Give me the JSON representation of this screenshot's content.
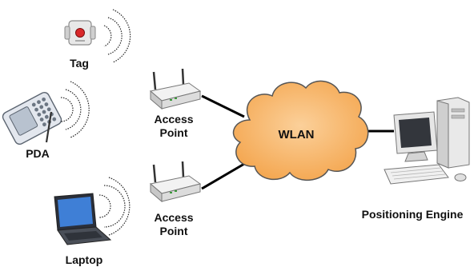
{
  "devices": {
    "tag": {
      "label": "Tag"
    },
    "pda": {
      "label": "PDA"
    },
    "laptop": {
      "label": "Laptop"
    }
  },
  "access_points": [
    {
      "label_line1": "Access",
      "label_line2": "Point"
    },
    {
      "label_line1": "Access",
      "label_line2": "Point"
    }
  ],
  "network": {
    "label": "WLAN"
  },
  "server": {
    "label": "Positioning Engine"
  },
  "colors": {
    "cloud_fill": "#f8b86a",
    "cloud_stroke": "#555555",
    "link": "#000000",
    "signal": "#222222"
  }
}
